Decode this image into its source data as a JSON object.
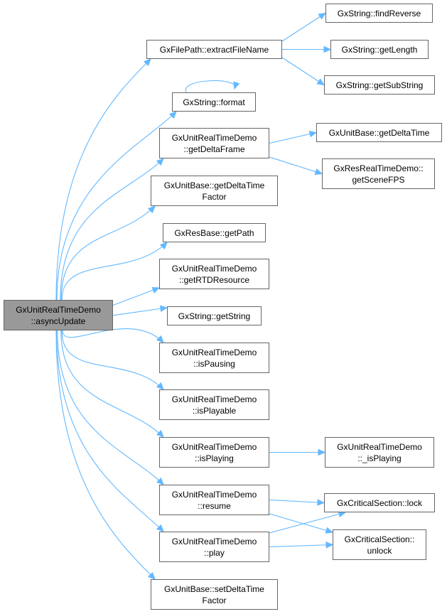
{
  "diagram": {
    "type": "call-graph",
    "colors": {
      "edge": "#63b8ff",
      "node_border": "#666666",
      "root_fill": "#999999",
      "node_fill": "#ffffff"
    },
    "root": {
      "id": "asyncUpdate",
      "lines": [
        "GxUnitRealTimeDemo",
        "::asyncUpdate"
      ]
    },
    "nodes": [
      {
        "id": "extractFileName",
        "lines": [
          "GxFilePath::extractFileName"
        ]
      },
      {
        "id": "format",
        "lines": [
          "GxString::format"
        ]
      },
      {
        "id": "getDeltaFrame",
        "lines": [
          "GxUnitRealTimeDemo",
          "::getDeltaFrame"
        ]
      },
      {
        "id": "getDeltaTimeFactor",
        "lines": [
          "GxUnitBase::getDeltaTime",
          "Factor"
        ]
      },
      {
        "id": "getPath",
        "lines": [
          "GxResBase::getPath"
        ]
      },
      {
        "id": "getRTDResource",
        "lines": [
          "GxUnitRealTimeDemo",
          "::getRTDResource"
        ]
      },
      {
        "id": "getString",
        "lines": [
          "GxString::getString"
        ]
      },
      {
        "id": "isPausing",
        "lines": [
          "GxUnitRealTimeDemo",
          "::isPausing"
        ]
      },
      {
        "id": "isPlayable",
        "lines": [
          "GxUnitRealTimeDemo",
          "::isPlayable"
        ]
      },
      {
        "id": "isPlaying",
        "lines": [
          "GxUnitRealTimeDemo",
          "::isPlaying"
        ]
      },
      {
        "id": "resume",
        "lines": [
          "GxUnitRealTimeDemo",
          "::resume"
        ]
      },
      {
        "id": "play",
        "lines": [
          "GxUnitRealTimeDemo",
          "::play"
        ]
      },
      {
        "id": "setDeltaTimeFactor",
        "lines": [
          "GxUnitBase::setDeltaTime",
          "Factor"
        ]
      },
      {
        "id": "findReverse",
        "lines": [
          "GxString::findReverse"
        ]
      },
      {
        "id": "getLength",
        "lines": [
          "GxString::getLength"
        ]
      },
      {
        "id": "getSubString",
        "lines": [
          "GxString::getSubString"
        ]
      },
      {
        "id": "getDeltaTime",
        "lines": [
          "GxUnitBase::getDeltaTime"
        ]
      },
      {
        "id": "getSceneFPS",
        "lines": [
          "GxResRealTimeDemo::",
          "getSceneFPS"
        ]
      },
      {
        "id": "_isPlaying",
        "lines": [
          "GxUnitRealTimeDemo",
          "::_isPlaying"
        ]
      },
      {
        "id": "lock",
        "lines": [
          "GxCriticalSection::lock"
        ]
      },
      {
        "id": "unlock",
        "lines": [
          "GxCriticalSection::",
          "unlock"
        ]
      }
    ],
    "edges": [
      [
        "asyncUpdate",
        "extractFileName"
      ],
      [
        "asyncUpdate",
        "format"
      ],
      [
        "asyncUpdate",
        "getDeltaFrame"
      ],
      [
        "asyncUpdate",
        "getDeltaTimeFactor"
      ],
      [
        "asyncUpdate",
        "getPath"
      ],
      [
        "asyncUpdate",
        "getRTDResource"
      ],
      [
        "asyncUpdate",
        "getString"
      ],
      [
        "asyncUpdate",
        "isPausing"
      ],
      [
        "asyncUpdate",
        "isPlayable"
      ],
      [
        "asyncUpdate",
        "isPlaying"
      ],
      [
        "asyncUpdate",
        "resume"
      ],
      [
        "asyncUpdate",
        "play"
      ],
      [
        "asyncUpdate",
        "setDeltaTimeFactor"
      ],
      [
        "extractFileName",
        "findReverse"
      ],
      [
        "extractFileName",
        "getLength"
      ],
      [
        "extractFileName",
        "getSubString"
      ],
      [
        "format",
        "format"
      ],
      [
        "getDeltaFrame",
        "getDeltaTime"
      ],
      [
        "getDeltaFrame",
        "getSceneFPS"
      ],
      [
        "isPlaying",
        "_isPlaying"
      ],
      [
        "resume",
        "lock"
      ],
      [
        "resume",
        "unlock"
      ],
      [
        "play",
        "lock"
      ],
      [
        "play",
        "unlock"
      ]
    ]
  }
}
